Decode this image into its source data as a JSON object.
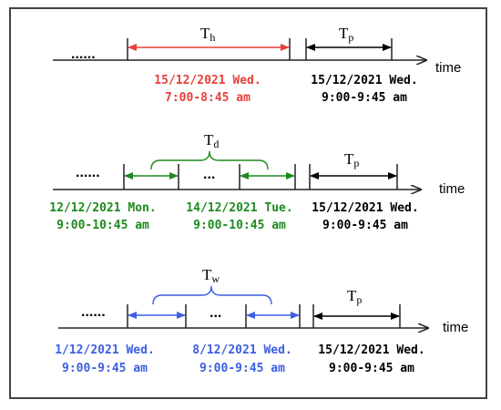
{
  "colors": {
    "hour": "#e8403a",
    "day": "#1e8a1e",
    "week": "#3d5fe0",
    "pred": "#000000",
    "axis": "#222222"
  },
  "axis_label": "time",
  "ellipsis_long": "......",
  "ellipsis_short": "...",
  "rows": {
    "hour": {
      "symbol": "T",
      "sub": "h",
      "segment": {
        "date": "15/12/2021 Wed.",
        "time": "7:00-8:45 am"
      },
      "pred": {
        "symbol": "T",
        "sub": "p",
        "date": "15/12/2021 Wed.",
        "time": "9:00-9:45 am"
      }
    },
    "day": {
      "symbol": "T",
      "sub": "d",
      "segments": [
        {
          "date": "12/12/2021 Mon.",
          "time": "9:00-10:45 am"
        },
        {
          "date": "14/12/2021 Tue.",
          "time": "9:00-10:45 am"
        }
      ],
      "pred": {
        "symbol": "T",
        "sub": "p",
        "date": "15/12/2021 Wed.",
        "time": "9:00-9:45 am"
      }
    },
    "week": {
      "symbol": "T",
      "sub": "w",
      "segments": [
        {
          "date": "1/12/2021 Wed.",
          "time": "9:00-9:45 am"
        },
        {
          "date": "8/12/2021 Wed.",
          "time": "9:00-9:45 am"
        }
      ],
      "pred": {
        "symbol": "T",
        "sub": "p",
        "date": "15/12/2021 Wed.",
        "time": "9:00-9:45 am"
      }
    }
  }
}
